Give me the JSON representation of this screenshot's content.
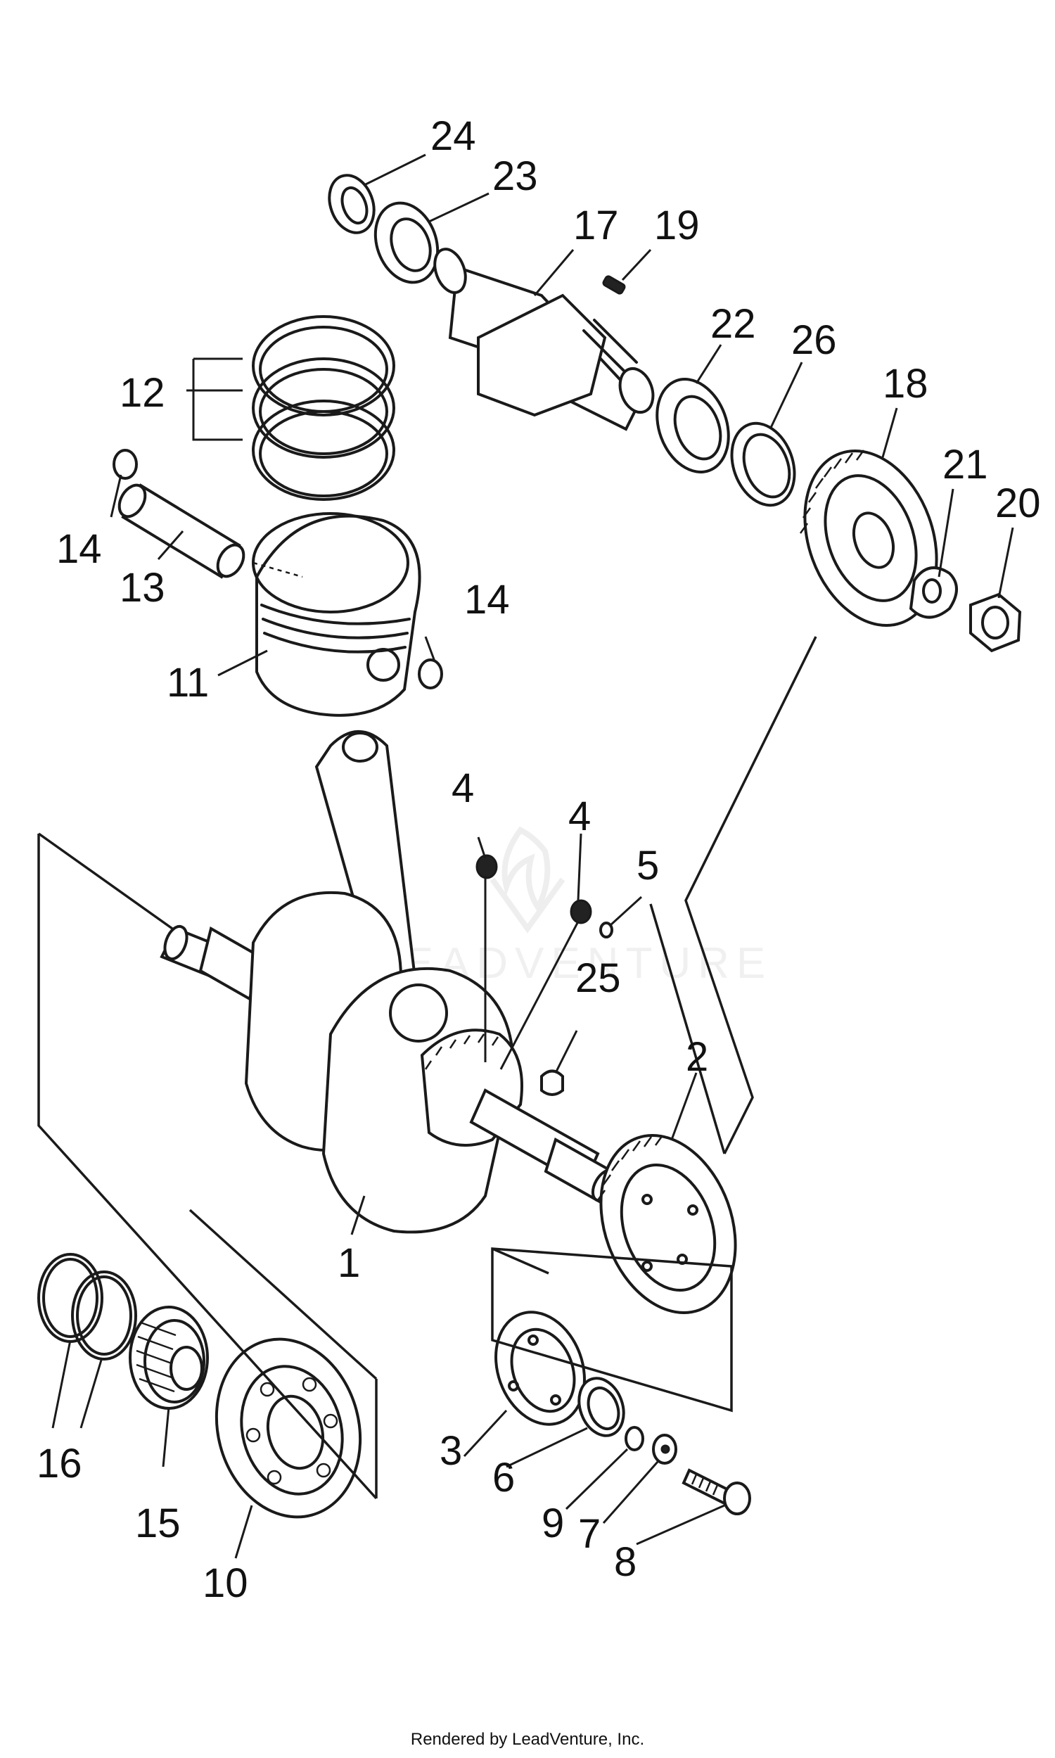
{
  "diagram": {
    "callouts": [
      {
        "id": "c24",
        "label": "24"
      },
      {
        "id": "c23",
        "label": "23"
      },
      {
        "id": "c17",
        "label": "17"
      },
      {
        "id": "c19",
        "label": "19"
      },
      {
        "id": "c22",
        "label": "22"
      },
      {
        "id": "c26",
        "label": "26"
      },
      {
        "id": "c18",
        "label": "18"
      },
      {
        "id": "c21",
        "label": "21"
      },
      {
        "id": "c20",
        "label": "20"
      },
      {
        "id": "c12",
        "label": "12"
      },
      {
        "id": "c14a",
        "label": "14"
      },
      {
        "id": "c13",
        "label": "13"
      },
      {
        "id": "c14b",
        "label": "14"
      },
      {
        "id": "c11",
        "label": "11"
      },
      {
        "id": "c4a",
        "label": "4"
      },
      {
        "id": "c4b",
        "label": "4"
      },
      {
        "id": "c5",
        "label": "5"
      },
      {
        "id": "c25",
        "label": "25"
      },
      {
        "id": "c2",
        "label": "2"
      },
      {
        "id": "c1",
        "label": "1"
      },
      {
        "id": "c16",
        "label": "16"
      },
      {
        "id": "c15",
        "label": "15"
      },
      {
        "id": "c10",
        "label": "10"
      },
      {
        "id": "c3",
        "label": "3"
      },
      {
        "id": "c6",
        "label": "6"
      },
      {
        "id": "c9",
        "label": "9"
      },
      {
        "id": "c7",
        "label": "7"
      },
      {
        "id": "c8",
        "label": "8"
      }
    ],
    "watermark_text": "LEADVENTURE",
    "footer_text": "Rendered by LeadVenture, Inc."
  },
  "colors": {
    "line": "#1a1a1a",
    "background": "#ffffff",
    "watermark": "#f0f0f0"
  }
}
